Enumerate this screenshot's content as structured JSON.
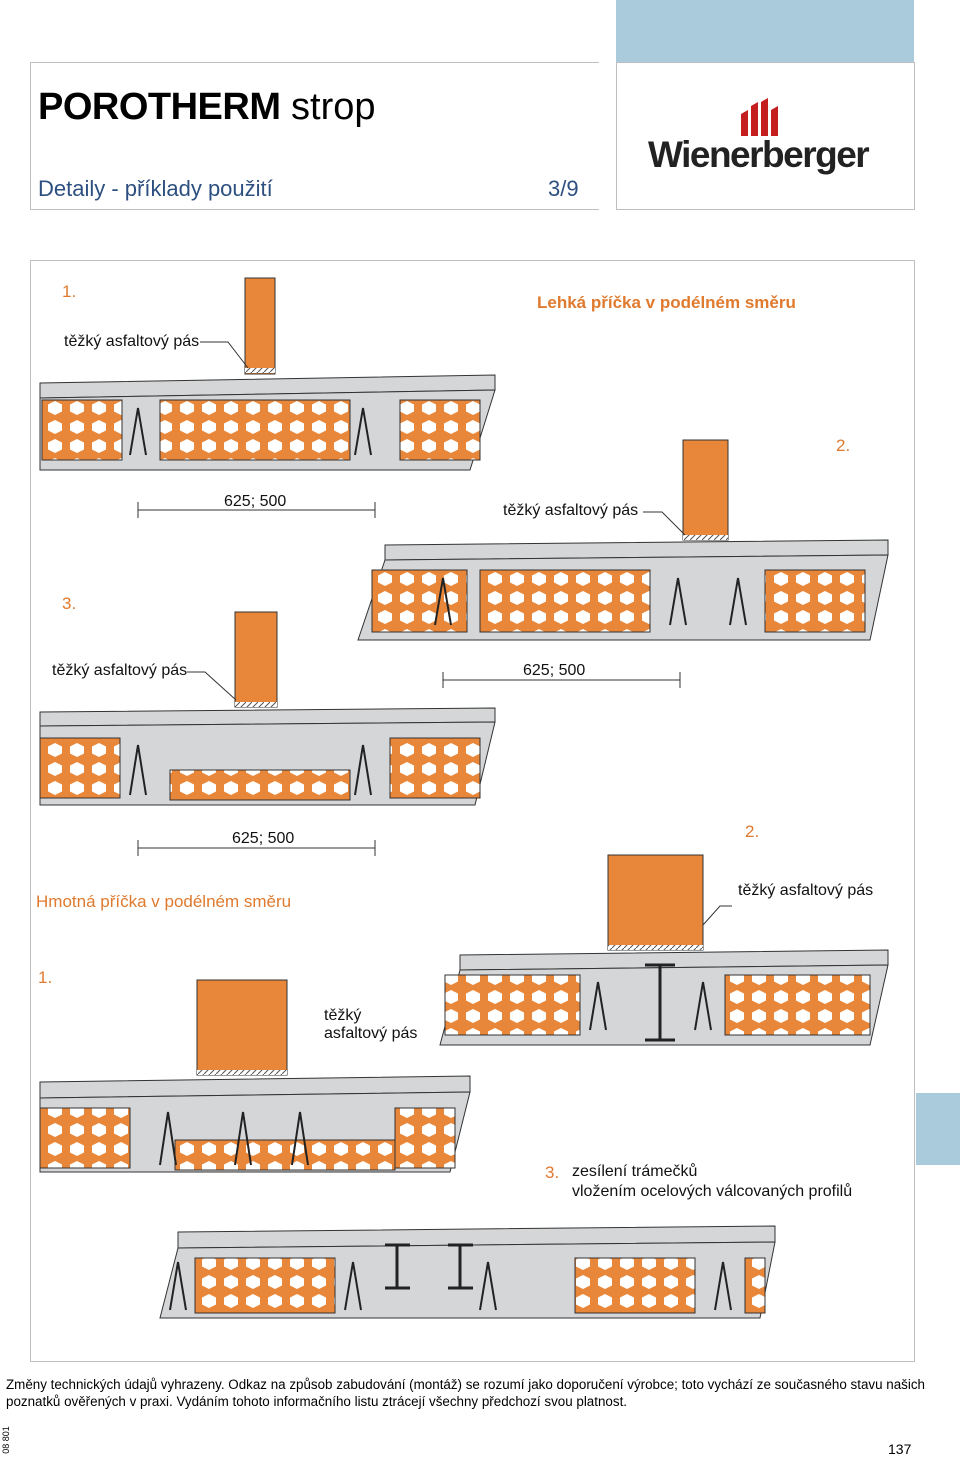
{
  "header": {
    "title_bold": "POROTHERM",
    "title_rest": " strop",
    "subtitle": "Detaily - příklady použití",
    "page_ref": "3/9",
    "logo_text": "Wienerberger"
  },
  "section_light": {
    "heading": "Lehká příčka v podélném směru",
    "details": [
      {
        "number": "1.",
        "label": "těžký asfaltový pás",
        "dimension": "625; 500"
      },
      {
        "number": "2.",
        "label": "těžký asfaltový pás"
      },
      {
        "number": "3.",
        "label": "těžký asfaltový pás",
        "dimension": "625; 500"
      }
    ],
    "bottom_dimension": "625; 500"
  },
  "section_heavy": {
    "heading": "Hmotná příčka v podélném směru",
    "details": [
      {
        "number": "2.",
        "label": "těžký asfaltový pás"
      },
      {
        "number": "1.",
        "label_line1": "těžký",
        "label_line2": "asfaltový pás"
      },
      {
        "number": "3.",
        "label_line1": "zesílení trámečků",
        "label_line2": "vložením ocelových válcovaných profilů"
      }
    ]
  },
  "footer": {
    "note": "Změny technických údajů vyhrazeny. Odkaz na způsob zabudování (montáž) se rozumí jako doporučení výrobce; toto vychází ze současného stavu našich poznatků ověřených v praxi. Vydáním tohoto informačního listu ztrácejí všechny předchozí svou platnost.",
    "doc_code": "08 801",
    "page_number": "137"
  },
  "colors": {
    "brick": "#e8873a",
    "concrete": "#d4d6d8",
    "accent_blue": "#a9cbdc",
    "orange_text": "#e07a2e",
    "blue_text": "#2d5080"
  }
}
